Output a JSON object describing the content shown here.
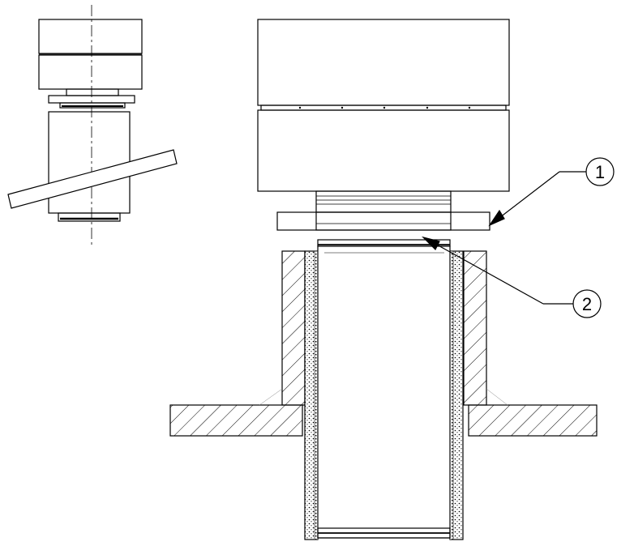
{
  "callouts": [
    {
      "id": "1",
      "label": "1"
    },
    {
      "id": "2",
      "label": "2"
    }
  ],
  "colors": {
    "line": "#000000",
    "background": "#ffffff",
    "insulation_fill": "#ffffff"
  }
}
